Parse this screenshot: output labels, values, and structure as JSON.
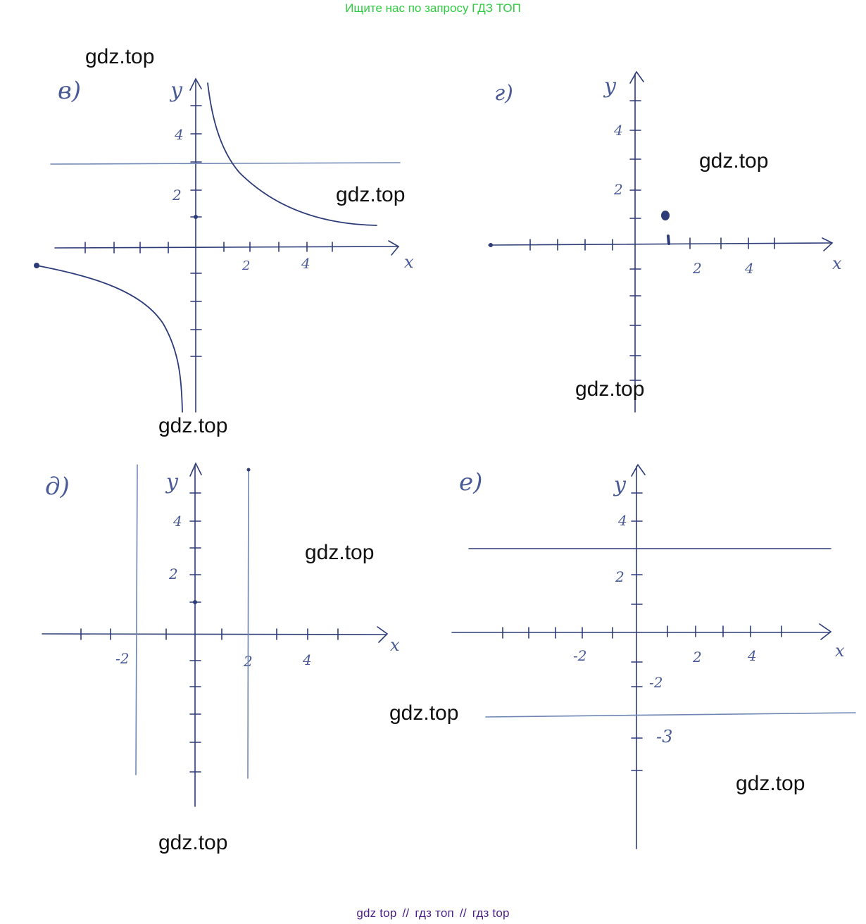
{
  "banner": "Ищите нас по запросу ГДЗ ТОП",
  "footer": {
    "parts": [
      "gdz top",
      "гдз топ",
      "гдз top"
    ],
    "separator": "//"
  },
  "watermarks": [
    "gdz.top",
    "gdz.top",
    "gdz.top",
    "gdz.top",
    "gdz.top",
    "gdz.top",
    "gdz.top",
    "gdz.top",
    "gdz.top"
  ],
  "graphs": [
    {
      "label": "в)",
      "axis_x": "x",
      "axis_y": "y",
      "tick_labels": [
        "4",
        "2",
        "2",
        "4"
      ]
    },
    {
      "label": "г)",
      "axis_x": "x",
      "axis_y": "y",
      "tick_labels": [
        "4",
        "2",
        "2",
        "4"
      ]
    },
    {
      "label": "д)",
      "axis_x": "x",
      "axis_y": "y",
      "tick_labels": [
        "4",
        "2",
        "-2",
        "2",
        "4"
      ]
    },
    {
      "label": "е)",
      "axis_x": "x",
      "axis_y": "y",
      "tick_labels": [
        "4",
        "2",
        "-2",
        "2",
        "4",
        "-2",
        "-3"
      ]
    }
  ]
}
